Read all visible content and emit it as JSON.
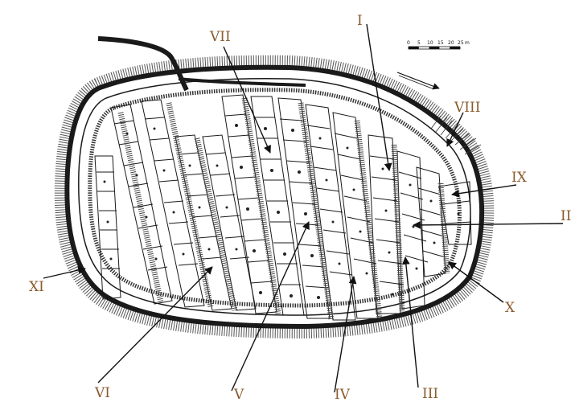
{
  "labels": {
    "I": "I",
    "II": "II",
    "III": "III",
    "IV": "IV",
    "V": "V",
    "VI": "VI",
    "VII": "VII",
    "VIII": "VIII",
    "IX": "IX",
    "X": "X",
    "XI": "XI"
  },
  "scale_bar": {
    "ticks": [
      "0",
      "5",
      "10",
      "15",
      "20",
      "25"
    ],
    "unit": "m"
  },
  "colors": {
    "ink": "#1a1a1a",
    "label": "#8a5a2b",
    "paper": "#ffffff"
  }
}
